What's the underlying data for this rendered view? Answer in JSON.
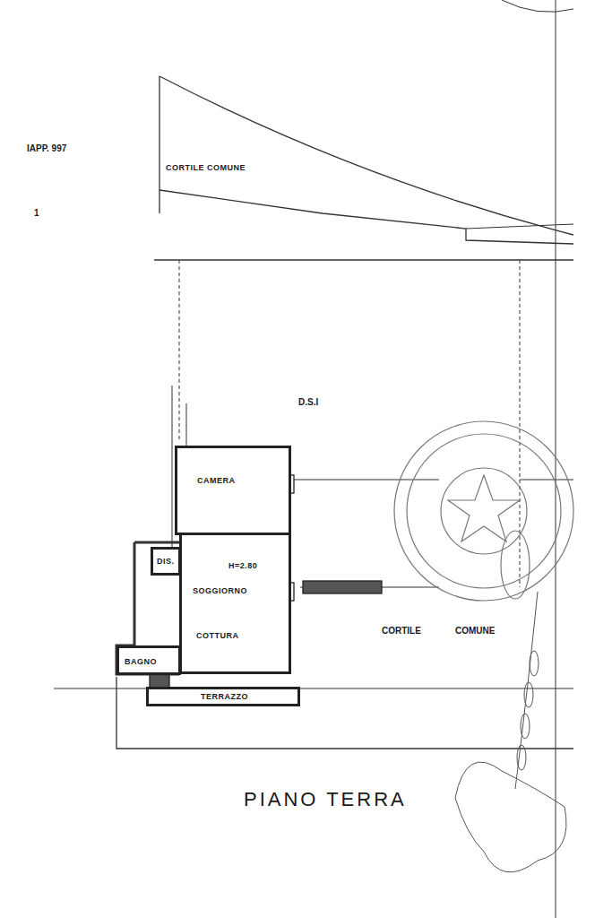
{
  "diagram": {
    "caption": "PIANO TERRA",
    "nodes": [
      {
        "text": [
          "CORTILE COMUNE"
        ]
      },
      {
        "text": [
          "CAMERA"
        ]
      },
      {
        "text": [
          "H=2.80",
          "SOGGIORNO",
          "COTTURA"
        ]
      },
      {
        "text": [
          "DIS."
        ]
      },
      {
        "text": [
          "BAGNO"
        ]
      },
      {
        "text": [
          "TERRAZZO"
        ]
      }
    ],
    "labels": [
      "IAPP. 997",
      "1",
      "D.S.I",
      "CORTILE",
      "COMUNE"
    ]
  }
}
